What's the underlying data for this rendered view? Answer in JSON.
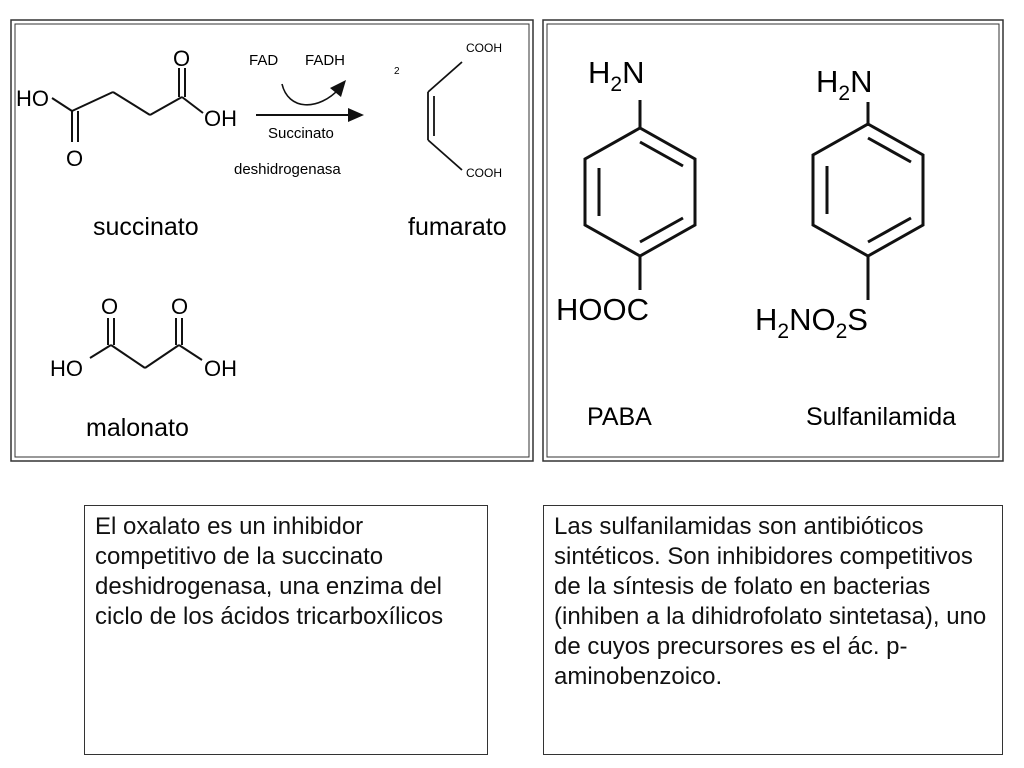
{
  "left_panel": {
    "succinate_atoms": {
      "o_top": "O",
      "ho": "HO",
      "oh": "OH",
      "o_bottom": "O"
    },
    "reaction": {
      "fad": "FAD",
      "fadh": "FADH",
      "fadh_subscript": "2",
      "enzyme_line1": "Succinato",
      "enzyme_line2": "deshidrogenasa"
    },
    "fumarate_groups": {
      "top": "COOH",
      "bottom": "COOH"
    },
    "succinato_label": "succinato",
    "fumarato_label": "fumarato",
    "malonate_atoms": {
      "o_left": "O",
      "o_right": "O",
      "ho": "HO",
      "oh": "OH"
    },
    "malonato_label": "malonato"
  },
  "right_panel": {
    "paba": {
      "amine_h": "H",
      "amine_sub": "2",
      "amine_n": "N",
      "carboxyl": "HOOC",
      "label": "PABA"
    },
    "sulfa": {
      "amine_h": "H",
      "amine_sub": "2",
      "amine_n": "N",
      "sulfonamide_h": "H",
      "sulfonamide_sub1": "2",
      "sulfonamide_no": "NO",
      "sulfonamide_sub2": "2",
      "sulfonamide_s": "S",
      "label": "Sulfanilamida"
    }
  },
  "text_boxes": {
    "left": "El oxalato es un inhibidor competitivo de la succinato deshidrogenasa, una enzima del ciclo de los ácidos tricarboxílicos",
    "right": "Las sulfanilamidas son antibióticos sintéticos. Son inhibidores competitivos de la síntesis de folato en bacterias (inhiben a la dihidrofolato sintetasa), uno de cuyos precursores es el ác. p-aminobenzoico."
  }
}
